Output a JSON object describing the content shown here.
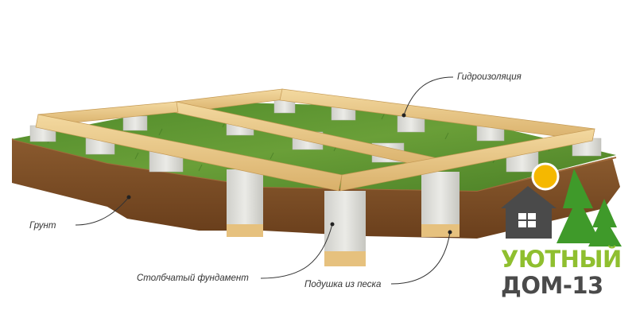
{
  "labels": {
    "waterproofing": "Гидроизоляция",
    "soil": "Грунт",
    "column_foundation": "Столбчатый фундамент",
    "sand_cushion": "Подушка из песка"
  },
  "logo": {
    "line1": "УЮТНЫЙ",
    "line2": "ДОМ-13",
    "colors": {
      "primary": "#8fbf2f",
      "secondary": "#4a4a4a",
      "sun": "#f5b800",
      "tree": "#3f9a2a"
    }
  },
  "colors": {
    "grass": "#5a8f2e",
    "soil": "#7a4a22",
    "timber": "#e9c98a",
    "concrete": "#dcdcd8",
    "sand": "#e6c17e"
  }
}
